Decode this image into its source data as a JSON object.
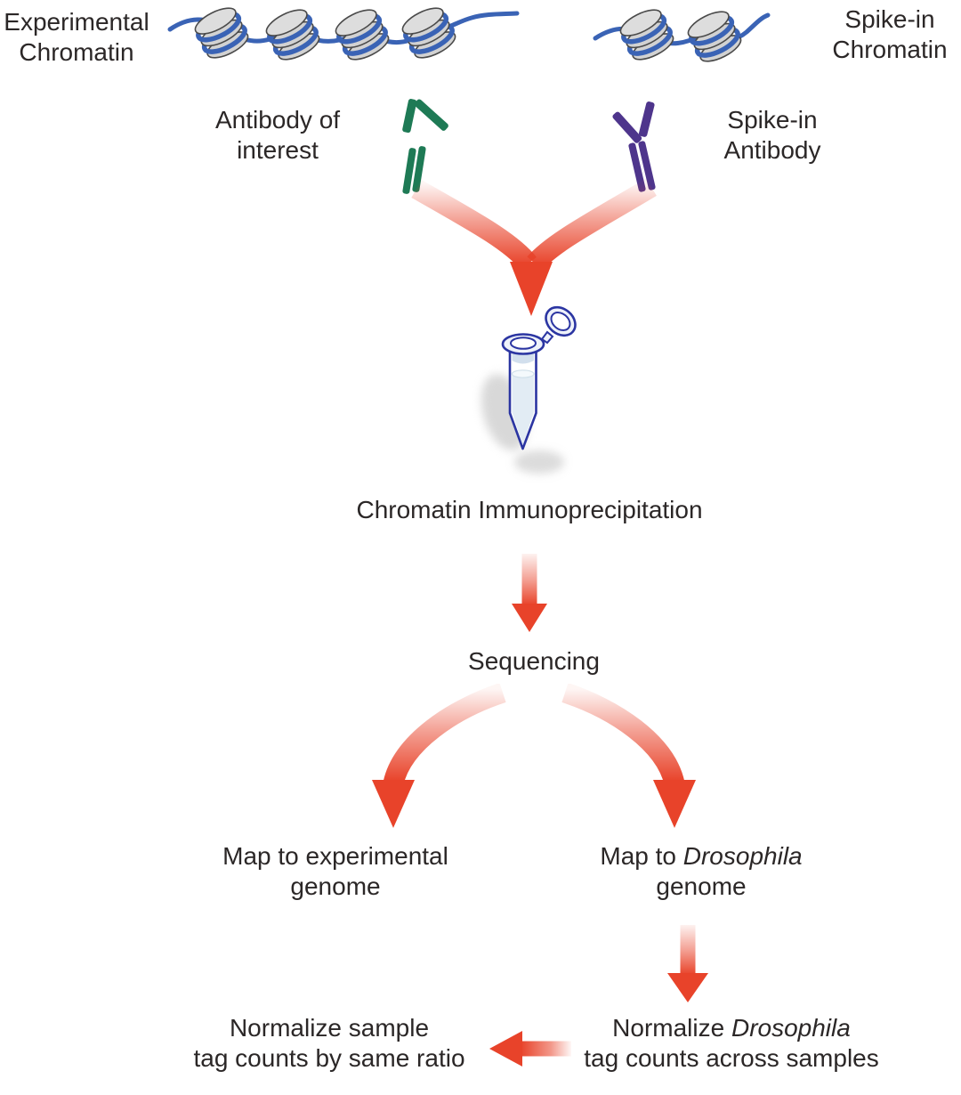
{
  "nodes": {
    "experimental_chromatin": {
      "line1": "Experimental",
      "line2": "Chromatin"
    },
    "spike_in_chromatin": {
      "line1": "Spike-in",
      "line2": "Chromatin"
    },
    "antibody_of_interest": {
      "line1": "Antibody of",
      "line2": "interest"
    },
    "spike_in_antibody": {
      "line1": "Spike-in",
      "line2": "Antibody"
    },
    "chromatin_immunoprecipitation": "Chromatin Immunoprecipitation",
    "sequencing": "Sequencing",
    "map_experimental": {
      "line1": "Map to experimental",
      "line2": "genome"
    },
    "map_drosophila": {
      "line1_prefix": "Map to ",
      "line1_italic": "Drosophila",
      "line2": "genome"
    },
    "normalize_drosophila": {
      "line1_prefix": "Normalize ",
      "line1_italic": "Drosophila",
      "line2": "tag counts across samples"
    },
    "normalize_sample": {
      "line1": "Normalize sample",
      "line2": "tag counts by same ratio"
    }
  },
  "icons": {
    "experimental_chromatin_icon": "blue DNA strand wrapped around four gray histone spools",
    "spike_in_chromatin_icon": "blue DNA strand wrapped around two gray histone spools",
    "antibody_of_interest_icon": "green Y-shaped antibody",
    "spike_in_antibody_icon": "purple Y-shaped antibody",
    "merge-arrow-icon": "two red gradient bands merging into one downward arrow",
    "tube-icon": "open-cap microcentrifuge tube with liquid",
    "down-arrow-icon": "red gradient downward arrow",
    "branch-arrows-icon": "two red curved arrows branching left and right",
    "left-arrow-icon": "red gradient arrow pointing left"
  },
  "colors": {
    "background": "#ffffff",
    "text": "#2b2727",
    "arrow_red": "#e8432a",
    "dna_blue": "#3a63b5",
    "nucleosome_gray": "#d2d2d2",
    "nucleosome_gray_top": "#dddddd",
    "nucleosome_outline": "#4a4a4a",
    "antibody_green": "#1e7a55",
    "antibody_purple": "#4e358c",
    "tube_outline": "#2b35a2",
    "tube_liquid": "#e2ecf4",
    "tube_tint": "#c7d7e8",
    "tube_light": "#eef2fa",
    "liquid_surface": "#f4f9fc",
    "shadow_gray": "#b9b9b9"
  }
}
